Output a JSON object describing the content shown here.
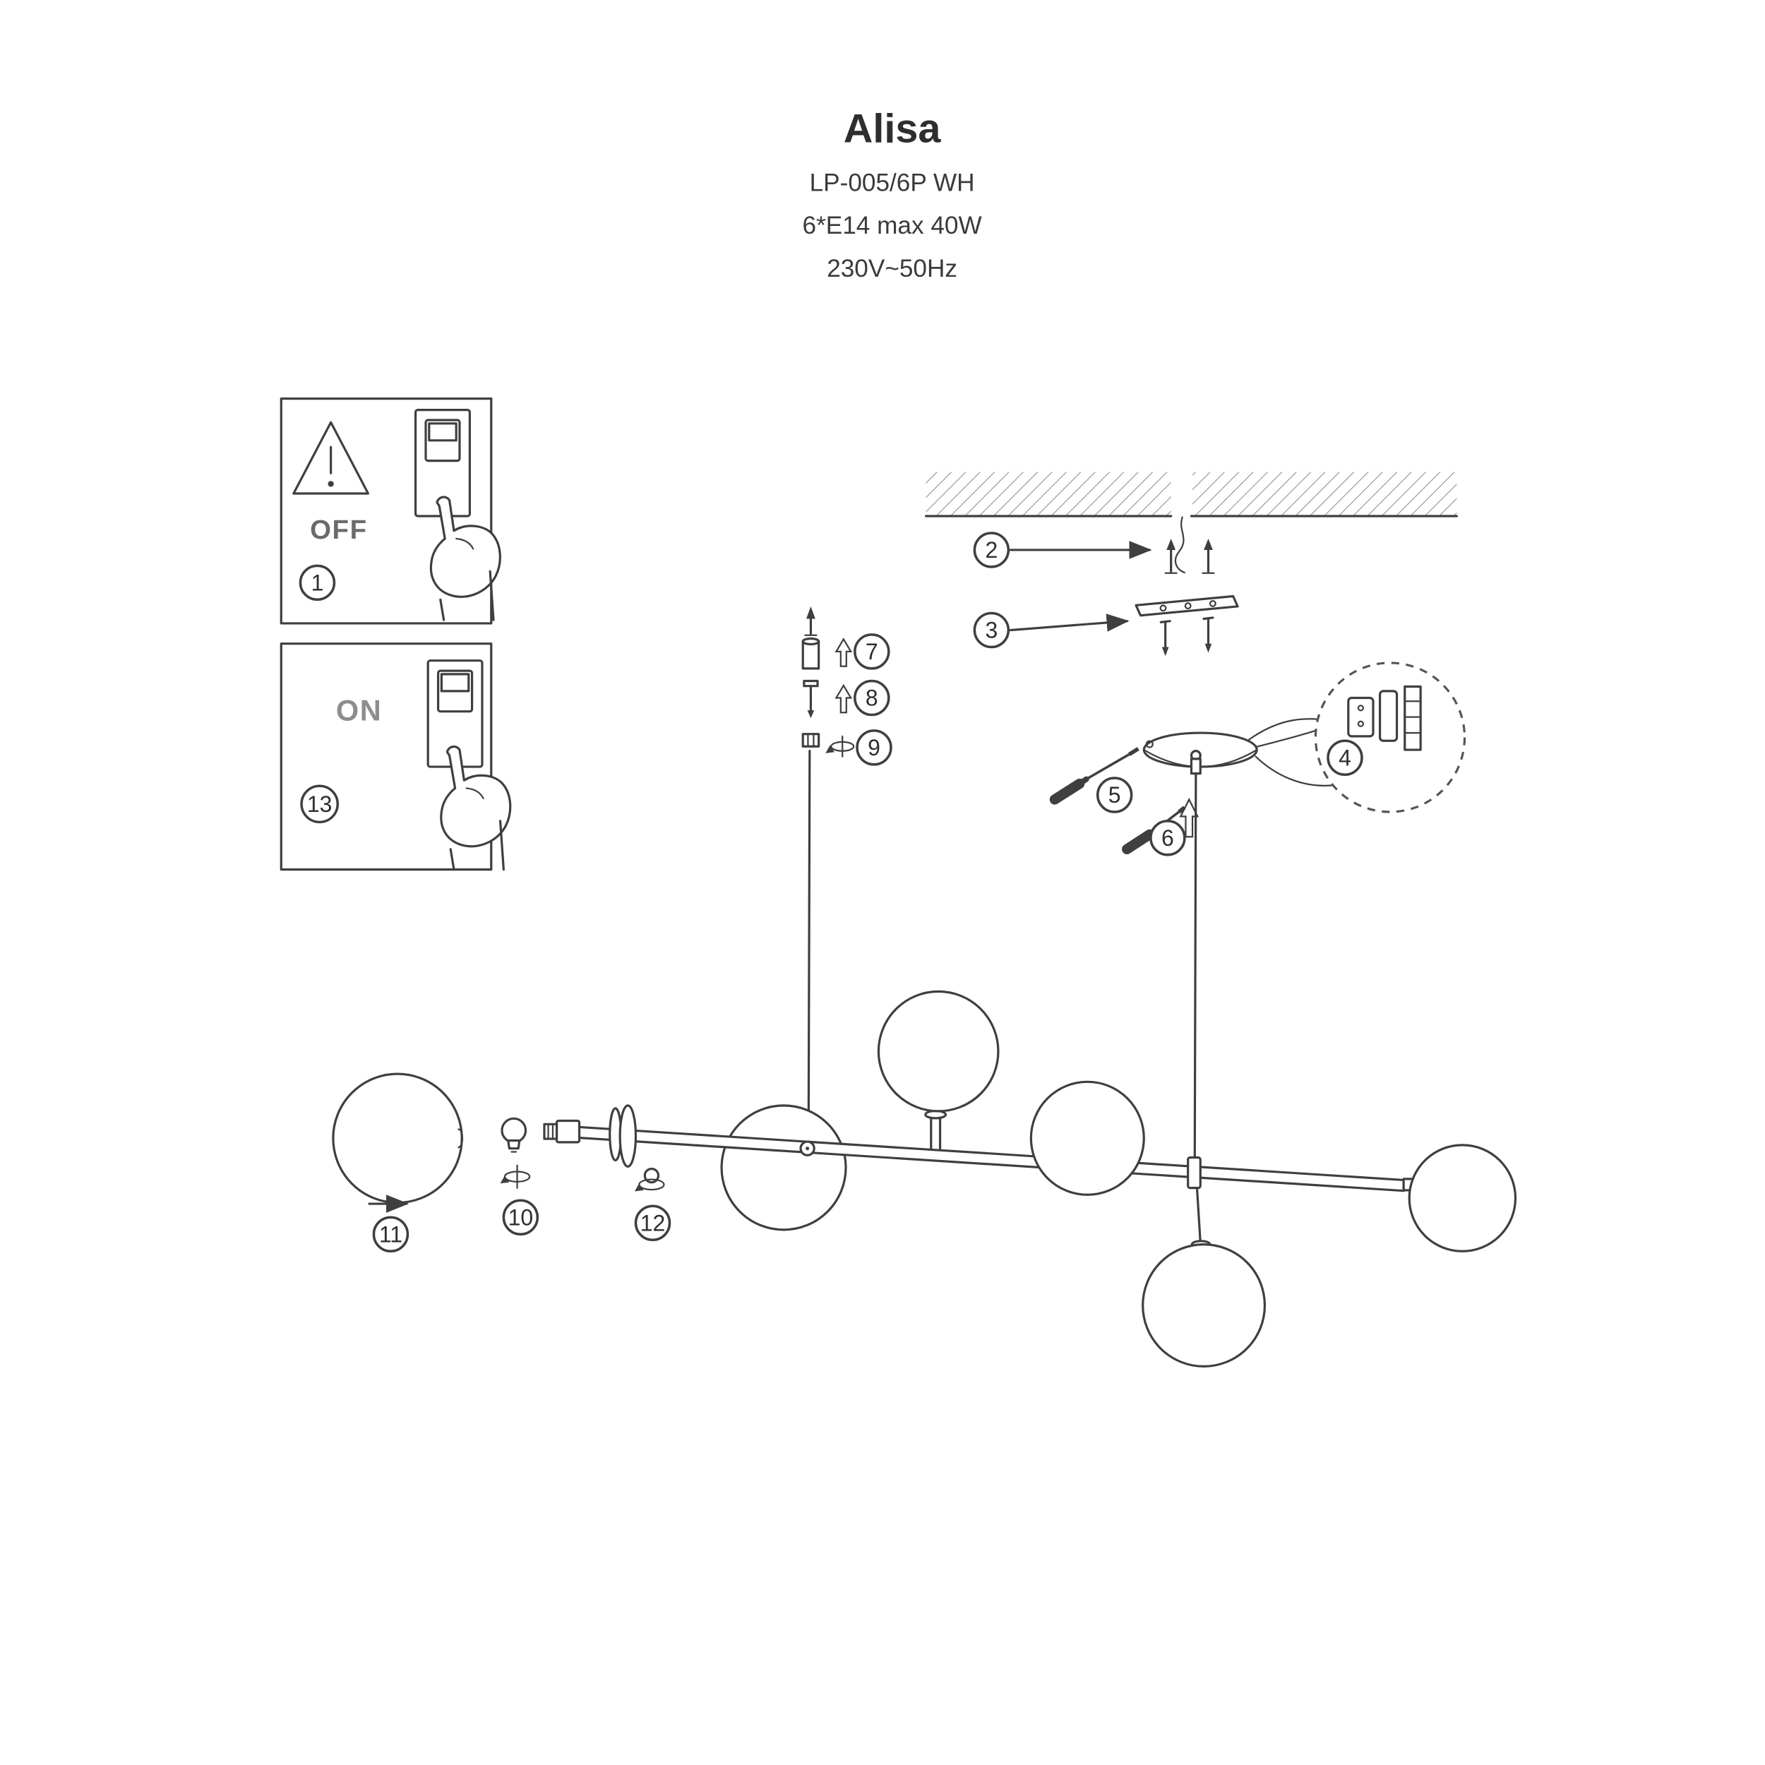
{
  "header": {
    "title": "Alisa",
    "model": "LP-005/6P WH",
    "bulb_spec": "6*E14 max 40W",
    "power_spec": "230V~50Hz"
  },
  "panels": {
    "off_label": "OFF",
    "on_label": "ON"
  },
  "steps": {
    "s1": "1",
    "s2": "2",
    "s3": "3",
    "s4": "4",
    "s5": "5",
    "s6": "6",
    "s7": "7",
    "s8": "8",
    "s9": "9",
    "s10": "10",
    "s11": "11",
    "s12": "12",
    "s13": "13"
  }
}
